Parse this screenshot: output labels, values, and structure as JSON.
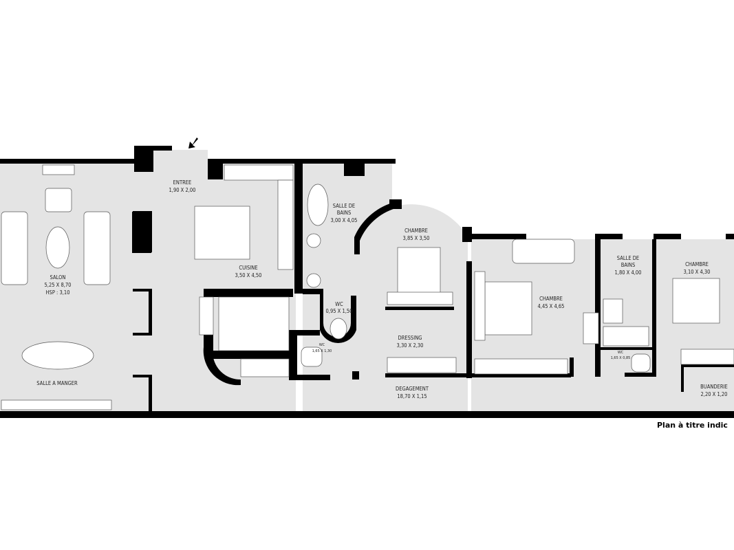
{
  "colors": {
    "floor": "#e4e4e4",
    "wall": "#000000",
    "furniture": "#ffffff"
  },
  "rooms": [
    {
      "name": "ENTREE",
      "dims": "1,90 X 2,00"
    },
    {
      "name": "SALON",
      "dims": "5,25 X 8,70",
      "extra": "HSP : 3,10"
    },
    {
      "name": "SALLE A MANGER"
    },
    {
      "name": "CUISINE",
      "dims": "3,50 X 4,50"
    },
    {
      "name": "SALLE DE",
      "name2": "BAINS",
      "dims": "3,00 X 4,05"
    },
    {
      "name": "CHAMBRE",
      "dims": "3,85 X 3,50"
    },
    {
      "name": "WC",
      "dims": "0,95 X 1,50"
    },
    {
      "name": "WC",
      "dims": "1,65 X 1,30"
    },
    {
      "name": "DRESSING",
      "dims": "3,30 X 2,30"
    },
    {
      "name": "DEGAGEMENT",
      "dims": "18,70 X 1,15"
    },
    {
      "name": "CHAMBRE",
      "dims": "4,45 X 4,65"
    },
    {
      "name": "SALLE DE",
      "name2": "BAINS",
      "dims": "1,80 X 4,00"
    },
    {
      "name": "WC",
      "dims": "1,65 X 0,85"
    },
    {
      "name": "CHAMBRE",
      "dims": "3,10 X 4,30"
    },
    {
      "name": "BUANDERIE",
      "dims": "2,20 X 1,20"
    }
  ],
  "note": "Plan à titre indic",
  "entry_icon": "arrow-down-left-icon"
}
